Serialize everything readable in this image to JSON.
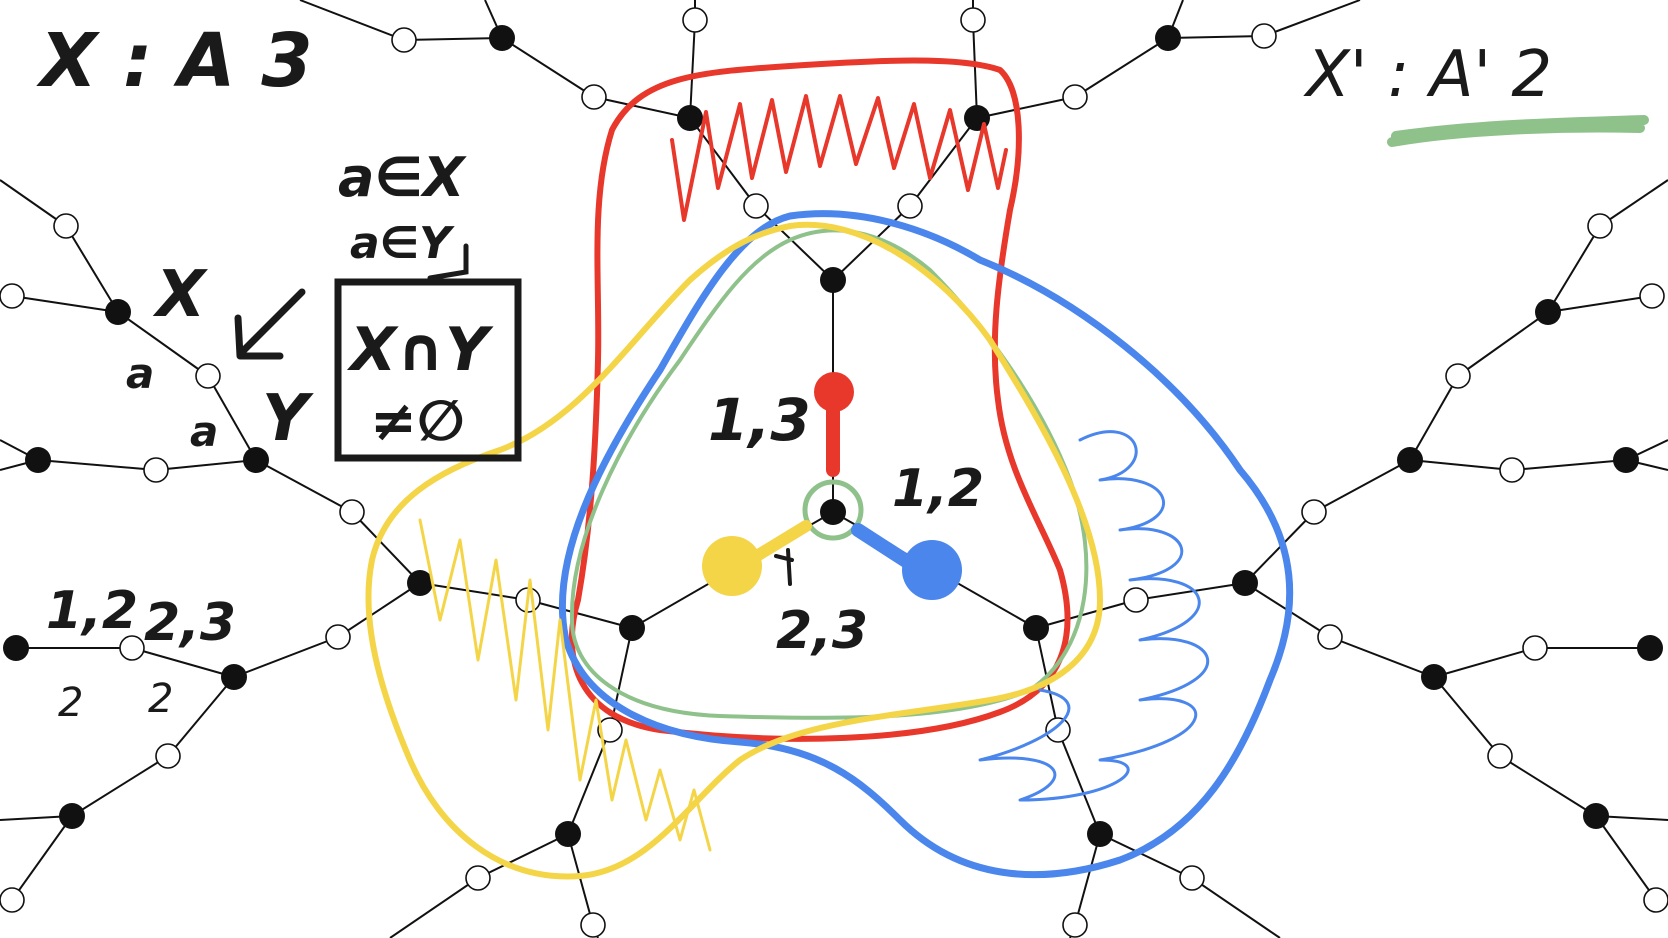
{
  "canvas": {
    "background": "#ffffff"
  },
  "colors": {
    "red": "#e8372b",
    "blue": "#4a86ec",
    "yellow": "#f4d548",
    "green": "#8fc18b",
    "ink": "#1a1a1a"
  },
  "notes": {
    "top_left_title": "X : A 3",
    "top_right_title": "X' : A' 2",
    "a_in_x": "a∈X",
    "a_in_y": "a∈Y",
    "x_label": "X",
    "y_label": "Y",
    "a_label_1": "a",
    "a_label_2": "a",
    "box_line_1": "X∩Y",
    "box_line_2": "≠∅",
    "left_pair_1": "1,2",
    "left_pair_2": "2,3",
    "left_sub_1": "2",
    "left_sub_2": "2",
    "red_label": "1,3",
    "blue_label": "1,2",
    "yellow_label": "2,3"
  },
  "icons": {
    "arrow": "down-left-arrow-icon"
  }
}
